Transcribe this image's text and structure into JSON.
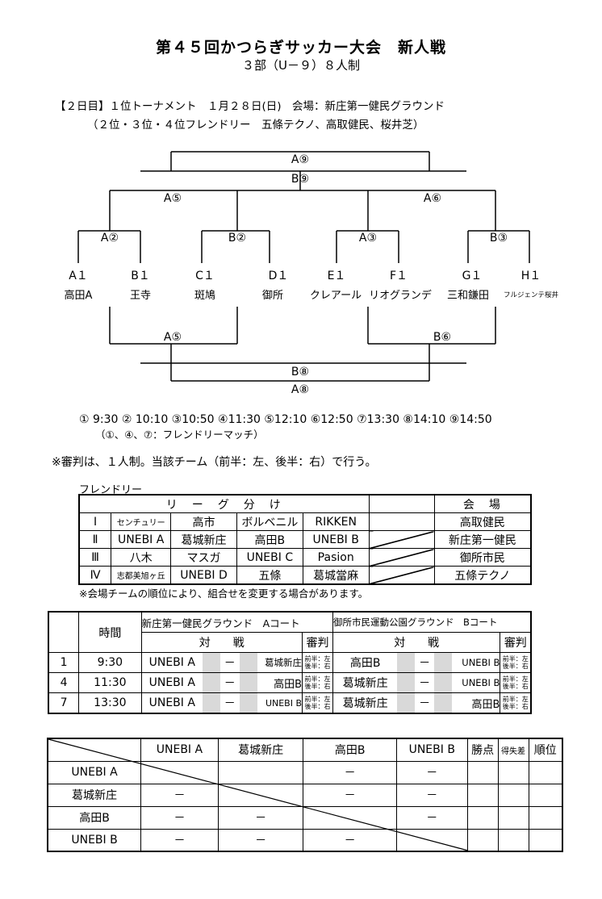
{
  "title": "第４５回かつらぎサッカー大会　新人戦",
  "subtitle": "３部（U－９）８人制",
  "info_line1": "【２日目】１位トーナメント　１月２８日(日)　会場：新庄第一健民グラウンド",
  "info_line2": "（２位・３位・４位フレンドリー　五條テクノ、高取健民、桜井芝）",
  "bracket": {
    "a9": "A⑨",
    "b9": "B⑨",
    "a5": "A⑤",
    "a6": "A⑥",
    "a2": "A②",
    "b2": "B②",
    "a3": "A③",
    "b3": "B③",
    "a5b": "A⑤",
    "b6": "B⑥",
    "b8": "B⑧",
    "a8": "A⑧",
    "seeds": [
      "A１",
      "B１",
      "C１",
      "D１",
      "E１",
      "F１",
      "G１",
      "H１"
    ],
    "teams": [
      "高田A",
      "王寺",
      "斑鳩",
      "御所",
      "クレアール",
      "リオグランデ",
      "三和鎌田",
      "フルジェンテ桜井"
    ]
  },
  "times": "① 9:30 ② 10:10 ③10:50 ④11:30 ⑤12:10 ⑥12:50 ⑦13:30 ⑧14:10 ⑨14:50",
  "times_note": "（①、④、⑦：フレンドリーマッチ）",
  "referee_note": "※審判は、１人制。当該チーム（前半：左、後半：右）で行う。",
  "friendly_label": "フレンドリー",
  "league": {
    "header": "リ　ー　グ　分　け",
    "venue_header": "会　場",
    "rows": [
      {
        "num": "Ⅰ",
        "teams": [
          "センチュリー",
          "高市",
          "ボルベニル",
          "RIKKEN"
        ],
        "venue": "高取健民"
      },
      {
        "num": "Ⅱ",
        "teams": [
          "UNEBI A",
          "葛城新庄",
          "高田B",
          "UNEBI B"
        ],
        "venue": "新庄第一健民"
      },
      {
        "num": "Ⅲ",
        "teams": [
          "八木",
          "マスガ",
          "UNEBI C",
          "Pasion"
        ],
        "venue": "御所市民"
      },
      {
        "num": "Ⅳ",
        "teams": [
          "志都美旭ヶ丘",
          "UNEBI D",
          "五條",
          "葛城當麻"
        ],
        "venue": "五條テクノ"
      }
    ]
  },
  "league_note": "※会場チームの順位により、組合せを変更する場合があります。",
  "schedule": {
    "time_header": "時間",
    "court_a": "新庄第一健民グラウンド　Aコート",
    "court_b": "御所市民運動公園グラウンド　Bコート",
    "match_header": "対　　戦",
    "ref_header": "審判",
    "dash": "－",
    "ref_text": "前半：左\n後半：右",
    "rows": [
      {
        "no": "1",
        "time": "9:30",
        "a_home": "UNEBI A",
        "a_away": "葛城新庄",
        "b_home": "高田B",
        "b_away": "UNEBI B"
      },
      {
        "no": "4",
        "time": "11:30",
        "a_home": "UNEBI A",
        "a_away": "高田B",
        "b_home": "葛城新庄",
        "b_away": "UNEBI B"
      },
      {
        "no": "7",
        "time": "13:30",
        "a_home": "UNEBI A",
        "a_away": "UNEBI B",
        "b_home": "葛城新庄",
        "b_away": "高田B"
      }
    ]
  },
  "results": {
    "cols": [
      "UNEBI A",
      "葛城新庄",
      "高田B",
      "UNEBI B",
      "勝点",
      "得失差",
      "順位"
    ],
    "rows": [
      "UNEBI A",
      "葛城新庄",
      "高田B",
      "UNEBI B"
    ],
    "dash": "－"
  }
}
